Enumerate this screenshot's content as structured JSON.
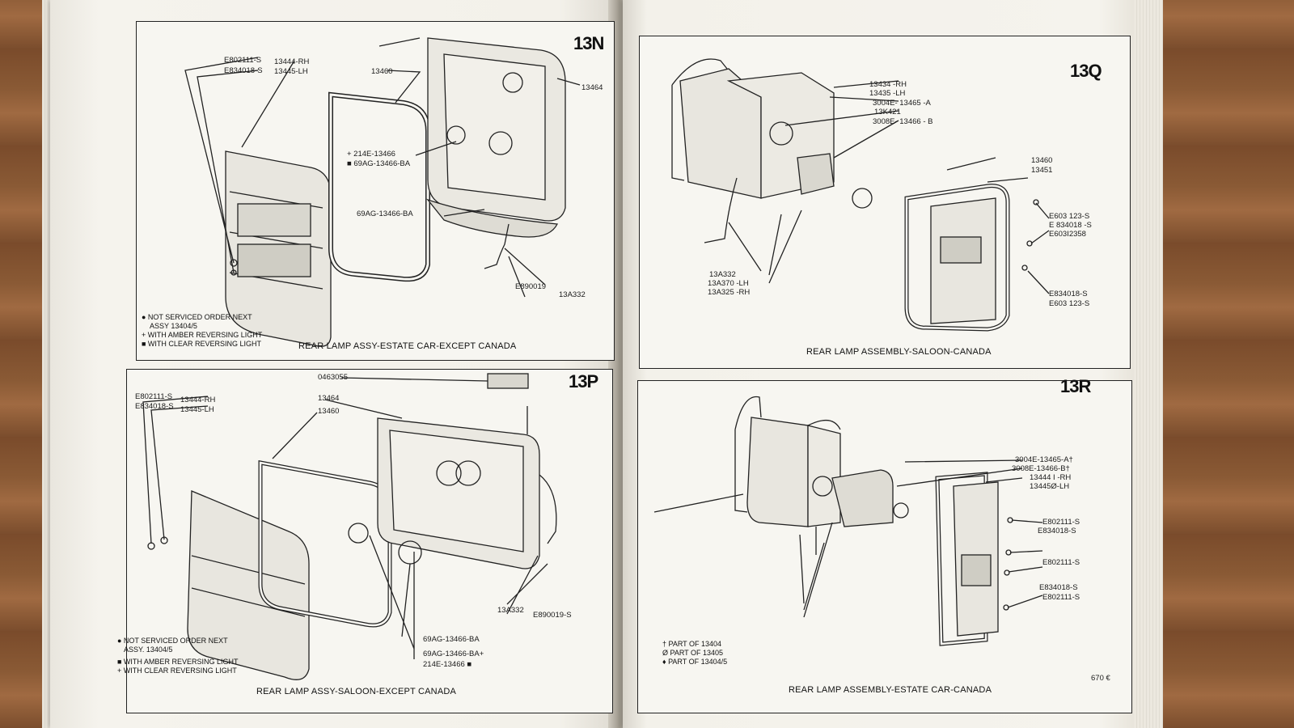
{
  "panel_13N": {
    "id": "13N",
    "labels": {
      "a": "E802111-S",
      "b": "E834018-S",
      "c": "13444-RH",
      "d": "13445-LH",
      "e": "13460",
      "f": "13464",
      "g": "+ 214E-13466",
      "h": "■ 69AG-13466-BA",
      "i": "69AG-13466-BA",
      "j": "E890019",
      "k": "13A332"
    },
    "notes": [
      "● NOT SERVICED ORDER NEXT",
      "ASSY 13404/5",
      "+ WITH AMBER REVERSING LIGHT",
      "■ WITH CLEAR REVERSING LIGHT"
    ],
    "caption": "REAR LAMP ASSY-ESTATE CAR-EXCEPT CANADA"
  },
  "panel_13P": {
    "id": "13P",
    "labels": {
      "a": "0463055",
      "b": "E802111-S",
      "c": "E834018-S",
      "d": "13444-RH",
      "e": "13445-LH",
      "f": "13464",
      "g": "13460",
      "h": "13A332",
      "i": "E890019-S",
      "j": "69AG-13466-BA",
      "k": "69AG-13466-BA+",
      "l": "214E-13466 ■"
    },
    "notes": [
      "● NOT SERVICED ORDER NEXT",
      "ASSY. 13404/5",
      "■ WITH AMBER REVERSING LIGHT",
      "+ WITH CLEAR REVERSING LIGHT"
    ],
    "caption": "REAR LAMP ASSY-SALOON-EXCEPT CANADA"
  },
  "panel_13Q": {
    "id": "13Q",
    "labels": {
      "a": "13434 -RH",
      "b": "13435 -LH",
      "c": "3004E- 13465 -A",
      "d": "13K421",
      "e": "3008E- 13466 - B",
      "f": "13460",
      "g": "13451",
      "h": "E603 123-S",
      "i": "E 834018 -S",
      "j": "E603I2358",
      "k": "E834018-S",
      "l": "E603 123-S",
      "m": "13A332",
      "n": "13A370 -LH",
      "o": "13A325 -RH"
    },
    "caption": "REAR LAMP ASSEMBLY-SALOON-CANADA"
  },
  "panel_13R": {
    "id": "13R",
    "labels": {
      "a": "3004E-13465-A†",
      "b": "3008E-13466-B†",
      "c": "13444 I -RH",
      "d": "13445Ø-LH",
      "e": "E802111-S",
      "f": "E834018-S",
      "g": "E802111-S",
      "h": "E834018-S",
      "i": "E802111-S"
    },
    "notes": [
      "† PART OF 13404",
      "Ø PART OF 13405",
      "♦ PART OF 13404/5"
    ],
    "caption": "REAR LAMP ASSEMBLY-ESTATE CAR-CANADA",
    "page_number": "670 €"
  }
}
